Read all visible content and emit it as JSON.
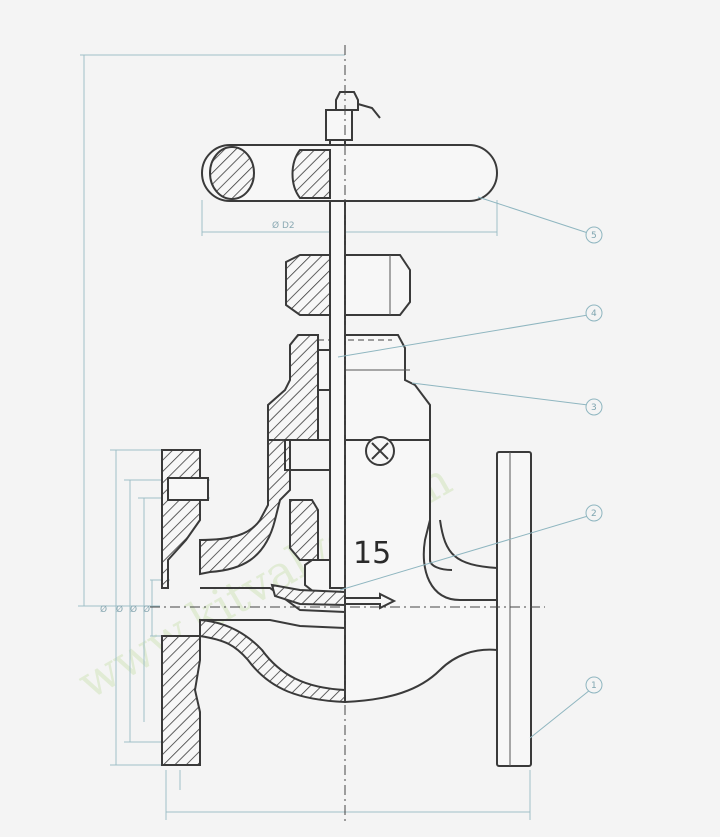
{
  "drawing": {
    "size_label": "15",
    "watermark": "www.kitvalve.com",
    "handwheel_dim_label": "Ø D2",
    "balloons": [
      {
        "id": "b1",
        "label": "5"
      },
      {
        "id": "b2",
        "label": "4"
      },
      {
        "id": "b3",
        "label": "3"
      },
      {
        "id": "b4",
        "label": "2"
      },
      {
        "id": "b5",
        "label": "1"
      }
    ],
    "colors": {
      "line": "#3a3a3a",
      "dimension": "#9fbfc7",
      "watermark": "#d9e8c8"
    }
  }
}
